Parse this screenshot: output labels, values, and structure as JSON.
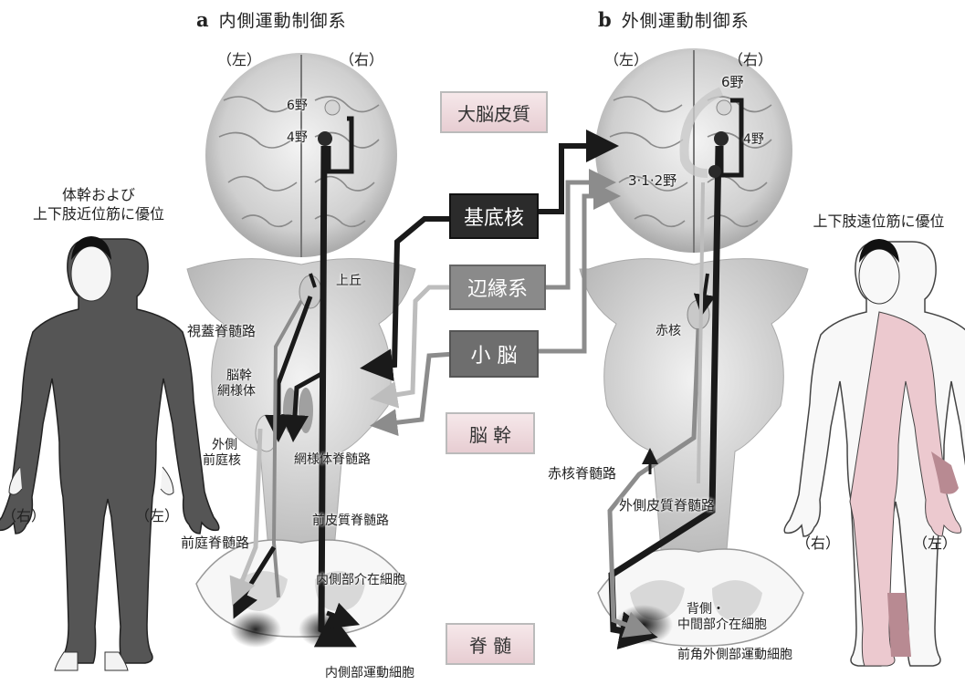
{
  "panel_a": {
    "letter": "a",
    "title": "内側運動制御系",
    "left": "（左）",
    "right": "（右）"
  },
  "panel_b": {
    "letter": "b",
    "title": "外側運動制御系",
    "left": "（左）",
    "right": "（右）"
  },
  "center_boxes": {
    "cortex": "大脳皮質",
    "basal_ganglia": "基底核",
    "limbic": "辺縁系",
    "cerebellum": "小 脳",
    "brainstem": "脳 幹",
    "spinal_cord": "脊 髄"
  },
  "left_figure": {
    "caption_line1": "体幹および",
    "caption_line2": "上下肢近位筋に優位",
    "right": "（右）",
    "left": "（左）"
  },
  "right_figure": {
    "caption": "上下肢遠位筋に優位",
    "right": "（右）",
    "left": "（左）"
  },
  "labels_a": {
    "area6": "6野",
    "area4": "4野",
    "superior_colliculus": "上丘",
    "tectospinal": "視蓋脊髄路",
    "reticular_line1": "脳幹",
    "reticular_line2": "網様体",
    "vestibular_line1": "外側",
    "vestibular_line2": "前庭核",
    "reticulospinal": "網様体脊髄路",
    "anterior_corticospinal": "前皮質脊髄路",
    "vestibulospinal": "前庭脊髄路",
    "medial_interneurons": "内側部介在細胞",
    "medial_motor": "内側部運動細胞"
  },
  "labels_b": {
    "area6": "6野",
    "area4": "4野",
    "area312": "3·1·2野",
    "red_nucleus": "赤核",
    "rubrospinal": "赤核脊髄路",
    "lateral_corticospinal": "外側皮質脊髄路",
    "dorsal_line1": "背側・",
    "dorsal_line2": "中間部介在細胞",
    "ventral_lateral_motor": "前角外側部運動細胞"
  },
  "colors": {
    "dark_tract": "#1a1a1a",
    "gray_tract": "#8c8c8c",
    "light_tract": "#bdbdbd",
    "body_dark": "#555555",
    "body_pink": "#ecc9cf"
  }
}
